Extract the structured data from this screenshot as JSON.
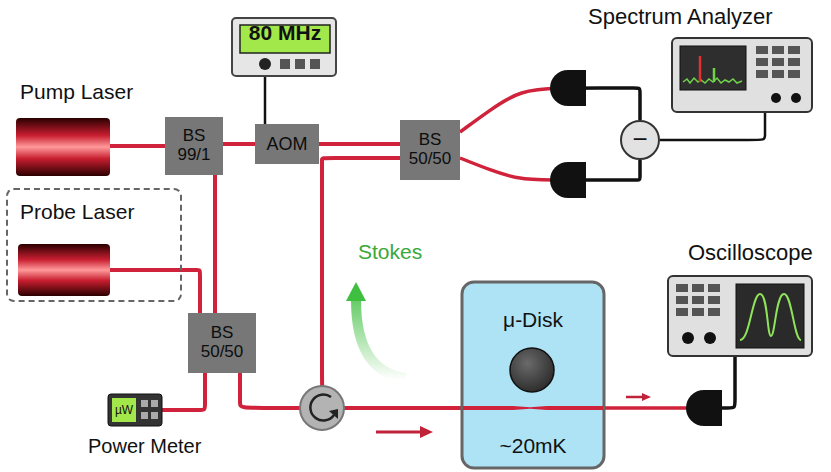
{
  "diagram": {
    "nodes": [
      {
        "text": [
          "Pump Laser"
        ]
      },
      {
        "text": [
          "BS 99/1"
        ]
      },
      {
        "text": [
          "80 MHz"
        ]
      },
      {
        "text": [
          "AOM"
        ]
      },
      {
        "text": [
          "BS 50/50"
        ]
      },
      {
        "text": [
          "−"
        ]
      },
      {
        "text": [
          "Spectrum Analyzer"
        ]
      },
      {
        "text": [
          "Probe Laser"
        ]
      },
      {
        "text": [
          "BS 50/50"
        ]
      },
      {
        "text": [
          "µW",
          "Power Meter"
        ]
      },
      {
        "text": [
          "μ-Disk",
          "~20mK"
        ]
      },
      {
        "text": [
          "Oscilloscope"
        ]
      }
    ],
    "edges": [
      {
        "from": 0,
        "to": 1,
        "arrow": "none"
      },
      {
        "from": 1,
        "to": 3,
        "arrow": "none"
      },
      {
        "from": 2,
        "to": 3,
        "arrow": "none"
      },
      {
        "from": 3,
        "to": 4,
        "arrow": "none"
      },
      {
        "from": 4,
        "to": 5,
        "arrow": "none"
      },
      {
        "from": 4,
        "to": 5,
        "arrow": "none"
      },
      {
        "from": 5,
        "to": 6,
        "arrow": "none"
      },
      {
        "from": 7,
        "to": 8,
        "arrow": "none"
      },
      {
        "from": 1,
        "to": 8,
        "arrow": "none"
      },
      {
        "from": 8,
        "to": 9,
        "arrow": "none"
      },
      {
        "from": 8,
        "to": 10,
        "arrow": "none"
      },
      {
        "from": 10,
        "to": 4,
        "arrow": "none"
      },
      {
        "from": 10,
        "to": 11,
        "arrow": "none"
      }
    ],
    "labels": [
      "Stokes"
    ]
  }
}
